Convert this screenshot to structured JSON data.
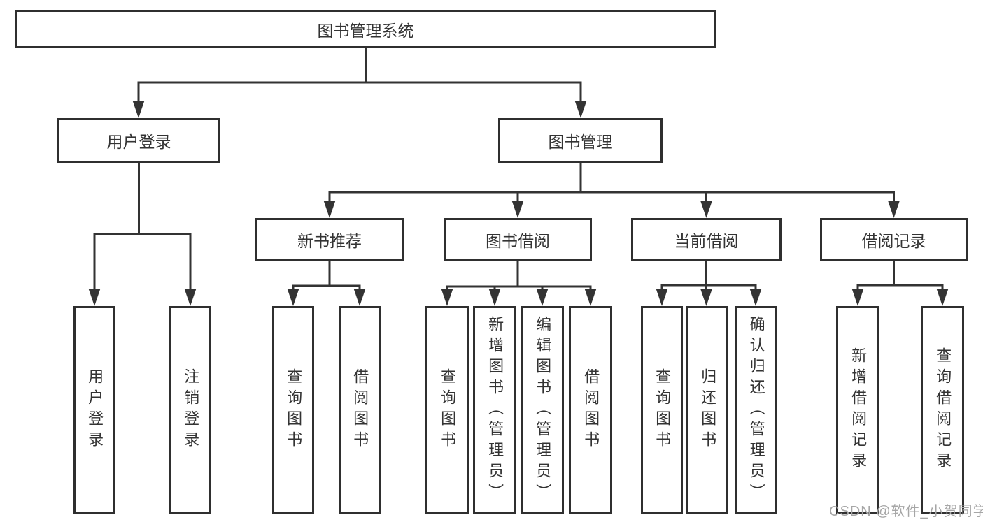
{
  "colors": {
    "background": "#ffffff",
    "box_border": "#2f2f2f",
    "line": "#333333",
    "text": "#333333",
    "watermark": "#a6a6a6"
  },
  "watermark": "CSDN @软件_小贺同学",
  "tree": {
    "label": "图书管理系统",
    "children": [
      {
        "label": "用户登录",
        "children": [
          {
            "label": "用户登录"
          },
          {
            "label": "注销登录"
          }
        ]
      },
      {
        "label": "图书管理",
        "children": [
          {
            "label": "新书推荐",
            "children": [
              {
                "label": "查询图书"
              },
              {
                "label": "借阅图书"
              }
            ]
          },
          {
            "label": "图书借阅",
            "children": [
              {
                "label": "查询图书"
              },
              {
                "label": "新增图书（管理员）"
              },
              {
                "label": "编辑图书（管理员）"
              },
              {
                "label": "借阅图书"
              }
            ]
          },
          {
            "label": "当前借阅",
            "children": [
              {
                "label": "查询图书"
              },
              {
                "label": "归还图书"
              },
              {
                "label": "确认归还（管理员）"
              }
            ]
          },
          {
            "label": "借阅记录",
            "children": [
              {
                "label": "新增借阅记录"
              },
              {
                "label": "查询借阅记录"
              }
            ]
          }
        ]
      }
    ]
  }
}
